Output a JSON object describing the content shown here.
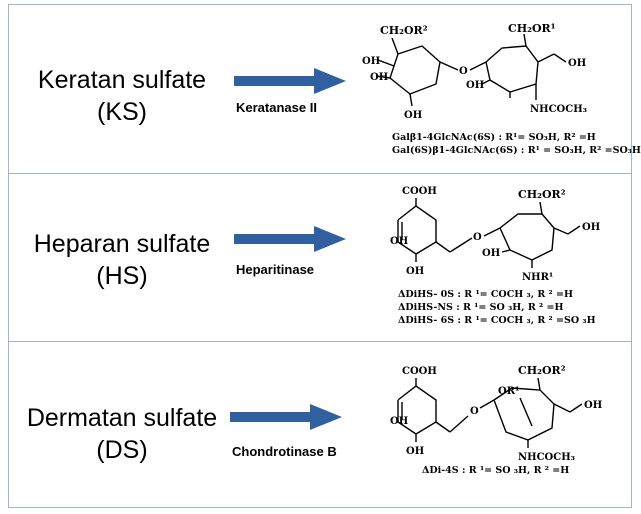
{
  "rows": [
    {
      "name_line1": "Keratan sulfate",
      "name_line2": "(KS)",
      "enzyme": "Keratanase II",
      "labels": {
        "top_left": "CH₂OR²",
        "top_right": "CH₂OR¹",
        "oh_top": "OH",
        "oh_left": "OH",
        "oh_bottom": "OH",
        "o_link": "O",
        "oh_right": "OH",
        "oh_mid": "OH",
        "nh": "NHCOCH₃"
      },
      "legend": [
        "Galβ1-4GlcNAc(6S) :       R¹= SO₃H,  R² =H",
        "Gal(6S)β1-4GlcNAc(6S) : R¹ = SO₃H,  R² =SO₃H"
      ]
    },
    {
      "name_line1": "Heparan sulfate",
      "name_line2": "(HS)",
      "enzyme": "Heparitinase",
      "labels": {
        "cooh": "COOH",
        "top_right": "CH₂OR²",
        "oh_left": "OH",
        "oh_bottom": "OH",
        "o_link": "O",
        "oh_right": "OH",
        "oh_mid": "OH",
        "nh": "NHR¹"
      },
      "legend": [
        "ΔDiHS- 0S : R ¹= COCH ₃,  R ² =H",
        "ΔDiHS-NS : R ¹= SO ₃H,  R ² =H",
        "ΔDiHS- 6S : R ¹= COCH ₃,  R ² =SO ₃H"
      ]
    },
    {
      "name_line1": "Dermatan sulfate",
      "name_line2": "(DS)",
      "enzyme": "Chondrotinase B",
      "labels": {
        "cooh": "COOH",
        "top_right": "CH₂OR²",
        "or1": "OR¹",
        "oh_left": "OH",
        "oh_bottom": "OH",
        "o_link": "O",
        "oh_right": "OH",
        "nh": "NHCOCH₃"
      },
      "legend": [
        "ΔDi-4S : R ¹= SO ₃H,  R ² =H"
      ]
    }
  ],
  "colors": {
    "arrow": "#3060a0",
    "border": "#9fb6d3"
  }
}
